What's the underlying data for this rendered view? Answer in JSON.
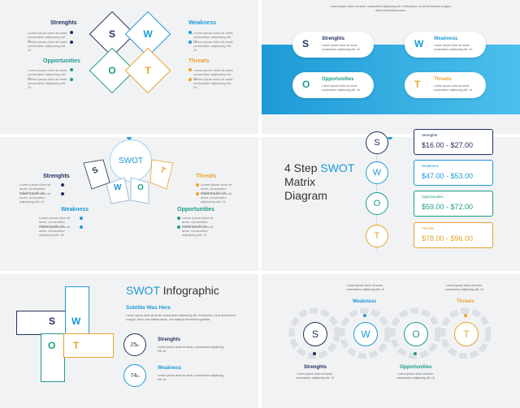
{
  "letters": {
    "s": "S",
    "w": "W",
    "o": "O",
    "t": "T"
  },
  "labels": {
    "strengths": "Strenghts",
    "weakness": "Weakness",
    "opportunities": "Opportunities",
    "threats": "Threats"
  },
  "lorem": "Lorem ipsum dolor sit amet, consectetur adipiscing elit. Ut",
  "lorem_short": "Lorem ipsum dolor sit amet, consectetur adipiscing elit. Ut",
  "slide2": {
    "tagline": "Lorem ipsum dolor sit amet, consectetur adipiscing elit. Ut tincidunt, mi ac fermentum congue, dolor urna finibus lacus."
  },
  "slide3": {
    "center": "SWOT"
  },
  "slide4": {
    "title_pre": "4 Step ",
    "title_accent": "SWOT",
    "title_line2": "Matrix",
    "title_line3": "Diagram",
    "items": [
      {
        "label": "Strenghts",
        "value": "$16.00 - $27.00"
      },
      {
        "label": "Weakness",
        "value": "$47.00 - $53.00"
      },
      {
        "label": "Opportunities",
        "value": "$59.00 - $72.00"
      },
      {
        "label": "Threats",
        "value": "$78.00 - $96.00"
      }
    ]
  },
  "slide5": {
    "title_accent": "SWOT",
    "title_rest": " Infographic",
    "subtitle": "Subtitle Was Here",
    "body": "Lorem ipsum dolor sit amet, consectetur adipiscing elit. Ut tincidunt, mi ac fermentum congue, dolor urna finibus lacus, non tristique fermentum gravida.",
    "stat1": {
      "num": "25",
      "sup": "th",
      "label": "Strenghts"
    },
    "stat2": {
      "num": "74",
      "sup": "th",
      "label": "Weakness"
    }
  },
  "colors": {
    "navy": "#23305e",
    "blue": "#1d9ad6",
    "teal": "#1f9b8b",
    "gold": "#e7a52a"
  }
}
